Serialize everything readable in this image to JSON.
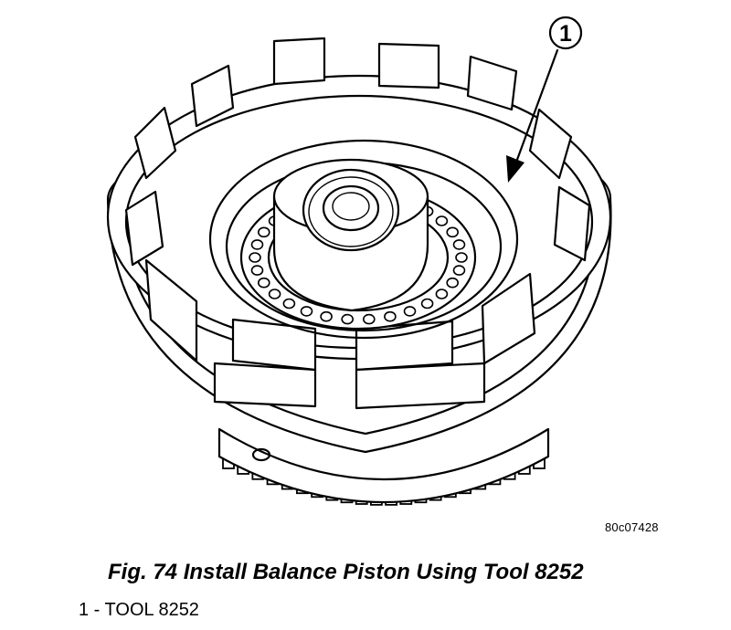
{
  "figure": {
    "reference_code": "80c07428",
    "caption": "Fig. 74 Install Balance Piston Using Tool 8252",
    "callout_number": "1",
    "legend": [
      {
        "label": "1 - TOOL 8252"
      }
    ]
  }
}
